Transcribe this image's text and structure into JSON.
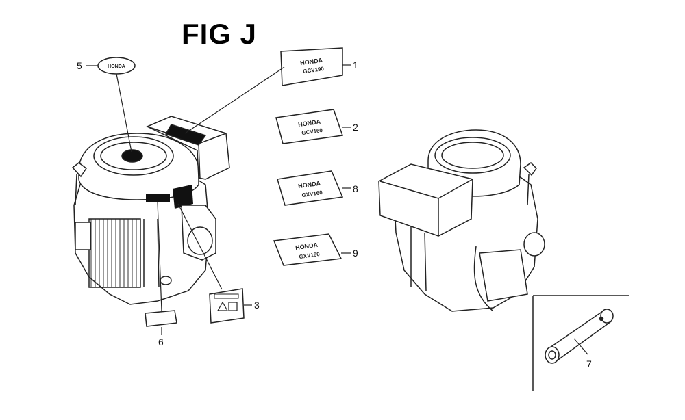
{
  "figure": {
    "title": "FIG J"
  },
  "callouts": [
    "1",
    "2",
    "3",
    "5",
    "6",
    "7",
    "8",
    "9"
  ],
  "decals": {
    "emblem_text": "HONDA",
    "decal_1": [
      "HONDA",
      "GCV190"
    ],
    "decal_2": [
      "HONDA",
      "GCV160"
    ],
    "decal_8": [
      "HONDA",
      "GXV160"
    ],
    "decal_9": [
      "HONDA",
      "GXV160"
    ]
  }
}
